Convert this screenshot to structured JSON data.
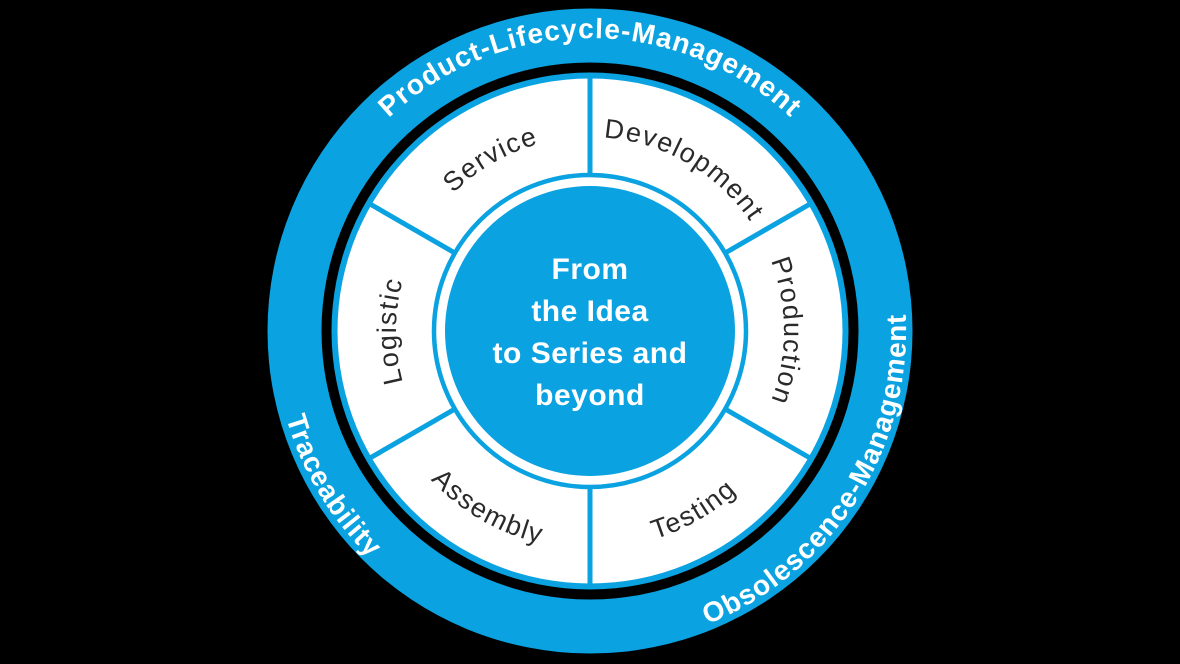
{
  "diagram": {
    "title_center": {
      "line1": "From",
      "line2": "the Idea",
      "line3": "to Series and",
      "line4": "beyond"
    },
    "outer_ring_labels": {
      "top": "Product-Lifecycle-Management",
      "bottom_right": "Obsolescence-Management",
      "bottom_left": "Traceability"
    },
    "segments": [
      {
        "label": "Service",
        "position": "top-left"
      },
      {
        "label": "Development",
        "position": "top-right"
      },
      {
        "label": "Production",
        "position": "right"
      },
      {
        "label": "Testing",
        "position": "bottom-right"
      },
      {
        "label": "Assembly",
        "position": "bottom-left"
      },
      {
        "label": "Logistic",
        "position": "left"
      }
    ]
  },
  "colors": {
    "accent": "#0aa2e0",
    "background": "#000000",
    "wedge_fill": "#ffffff",
    "segment_text": "#2a2a2a",
    "ring_text": "#ffffff"
  }
}
